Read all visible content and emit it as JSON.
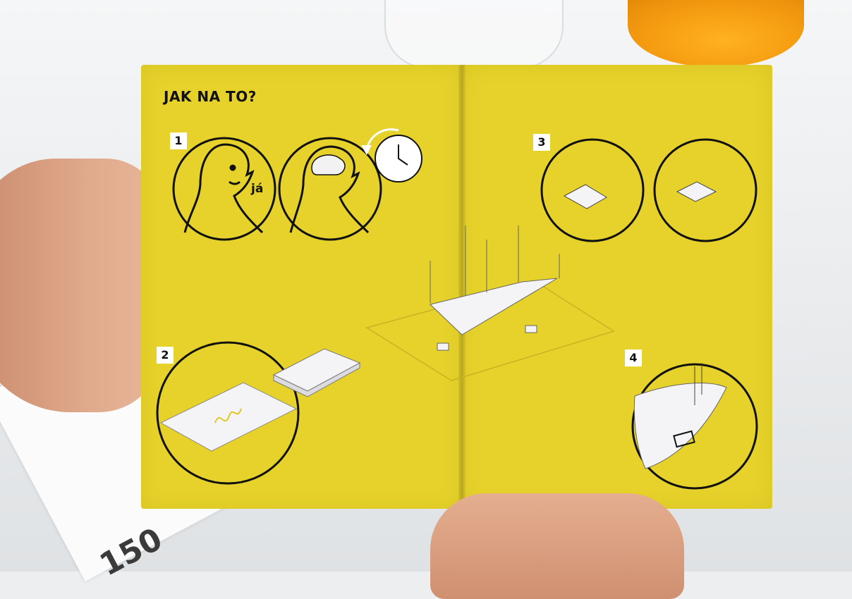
{
  "booklet": {
    "title": "JAK NA TO?",
    "steps": [
      {
        "number": "1",
        "label": "já"
      },
      {
        "number": "2"
      },
      {
        "number": "3"
      },
      {
        "number": "4"
      }
    ]
  },
  "background": {
    "leaflet_number": "150"
  },
  "colors": {
    "page_yellow": "#e6d22a",
    "ink": "#111111",
    "paper_white": "#f4f4f6"
  },
  "icons": [
    "person-head-icon",
    "brain-icon",
    "clock-icon",
    "rotate-arrow-icon",
    "paper-sheet-icon",
    "paper-stack-icon"
  ]
}
